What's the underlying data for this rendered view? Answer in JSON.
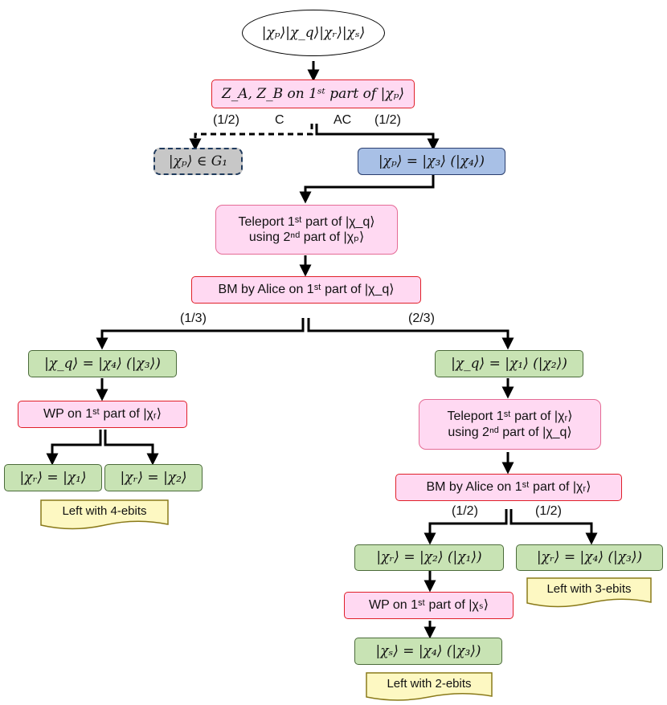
{
  "start": "|χₚ⟩|χ_q⟩|χᵣ⟩|χₛ⟩",
  "step_zazb": "Z_A, Z_B on 1ˢᵗ part of |χₚ⟩",
  "label_c_prob": "(1/2)",
  "label_c": "C",
  "label_ac": "AC",
  "label_ac_prob": "(1/2)",
  "result_g1": "|χₚ⟩ ∈ G₁",
  "result_chi_p": "|χₚ⟩ = |χ₃⟩ (|χ₄⟩)",
  "teleport_q_line1": "Teleport 1ˢᵗ part of |χ_q⟩",
  "teleport_q_line2": "using 2ⁿᵈ part of |χₚ⟩",
  "bm_q": "BM by Alice on 1ˢᵗ part of |χ_q⟩",
  "label_left_prob": "(1/3)",
  "label_right_prob": "(2/3)",
  "chi_q_left": "|χ_q⟩ = |χ₄⟩ (|χ₃⟩)",
  "chi_q_right": "|χ_q⟩ = |χ₁⟩ (|χ₂⟩)",
  "wp_r": "WP on 1ˢᵗ part of |χᵣ⟩",
  "chi_r_1": "|χᵣ⟩ = |χ₁⟩",
  "chi_r_2": "|χᵣ⟩ = |χ₂⟩",
  "note_4ebits": "Left with 4-ebits",
  "teleport_r_line1": "Teleport 1ˢᵗ part of |χᵣ⟩",
  "teleport_r_line2": "using 2ⁿᵈ part of |χ_q⟩",
  "bm_r": "BM by Alice on 1ˢᵗ part of |χᵣ⟩",
  "label_r_left_prob": "(1/2)",
  "label_r_right_prob": "(1/2)",
  "chi_r_21": "|χᵣ⟩ = |χ₂⟩ (|χ₁⟩)",
  "chi_r_43": "|χᵣ⟩ = |χ₄⟩ (|χ₃⟩)",
  "note_3ebits": "Left with 3-ebits",
  "wp_s": "WP on 1ˢᵗ part of |χₛ⟩",
  "chi_s": "|χₛ⟩ = |χ₄⟩ (|χ₃⟩)",
  "note_2ebits": "Left with 2-ebits"
}
